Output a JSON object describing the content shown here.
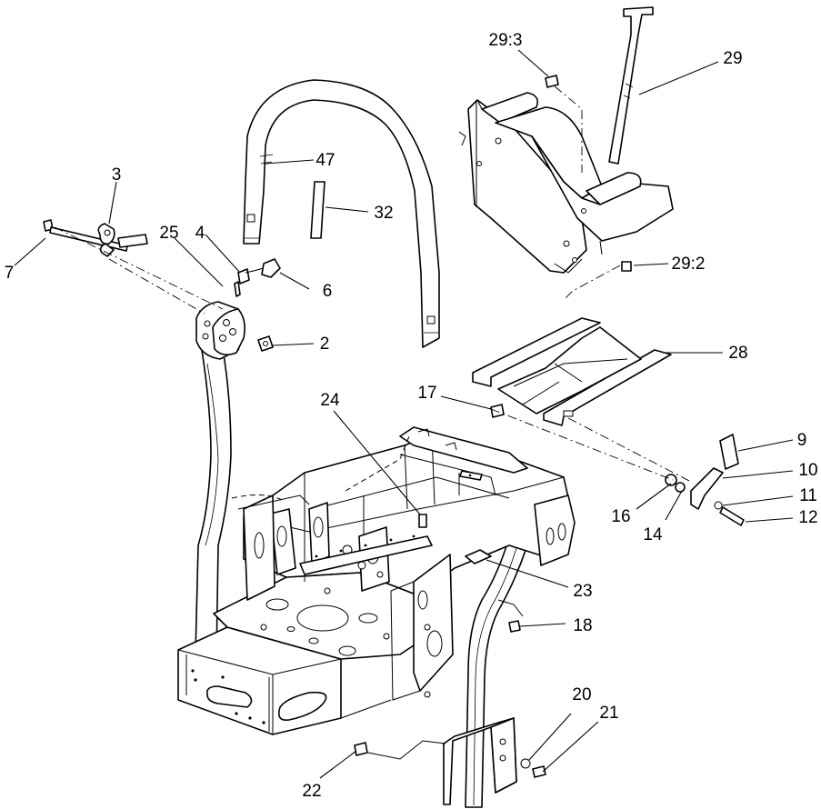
{
  "diagram": {
    "callouts": [
      {
        "id": "c3",
        "text": "3"
      },
      {
        "id": "c7",
        "text": "7"
      },
      {
        "id": "c25",
        "text": "25"
      },
      {
        "id": "c4",
        "text": "4"
      },
      {
        "id": "c6",
        "text": "6"
      },
      {
        "id": "c2",
        "text": "2"
      },
      {
        "id": "c47",
        "text": "47"
      },
      {
        "id": "c32",
        "text": "32"
      },
      {
        "id": "c29_3",
        "text": "29:3"
      },
      {
        "id": "c29",
        "text": "29"
      },
      {
        "id": "c29_2",
        "text": "29:2"
      },
      {
        "id": "c28",
        "text": "28"
      },
      {
        "id": "c17",
        "text": "17"
      },
      {
        "id": "c24",
        "text": "24"
      },
      {
        "id": "c9",
        "text": "9"
      },
      {
        "id": "c10",
        "text": "10"
      },
      {
        "id": "c11",
        "text": "11"
      },
      {
        "id": "c12",
        "text": "12"
      },
      {
        "id": "c16",
        "text": "16"
      },
      {
        "id": "c14",
        "text": "14"
      },
      {
        "id": "c23",
        "text": "23"
      },
      {
        "id": "c18",
        "text": "18"
      },
      {
        "id": "c20",
        "text": "20"
      },
      {
        "id": "c21",
        "text": "21"
      },
      {
        "id": "c22",
        "text": "22"
      }
    ]
  }
}
